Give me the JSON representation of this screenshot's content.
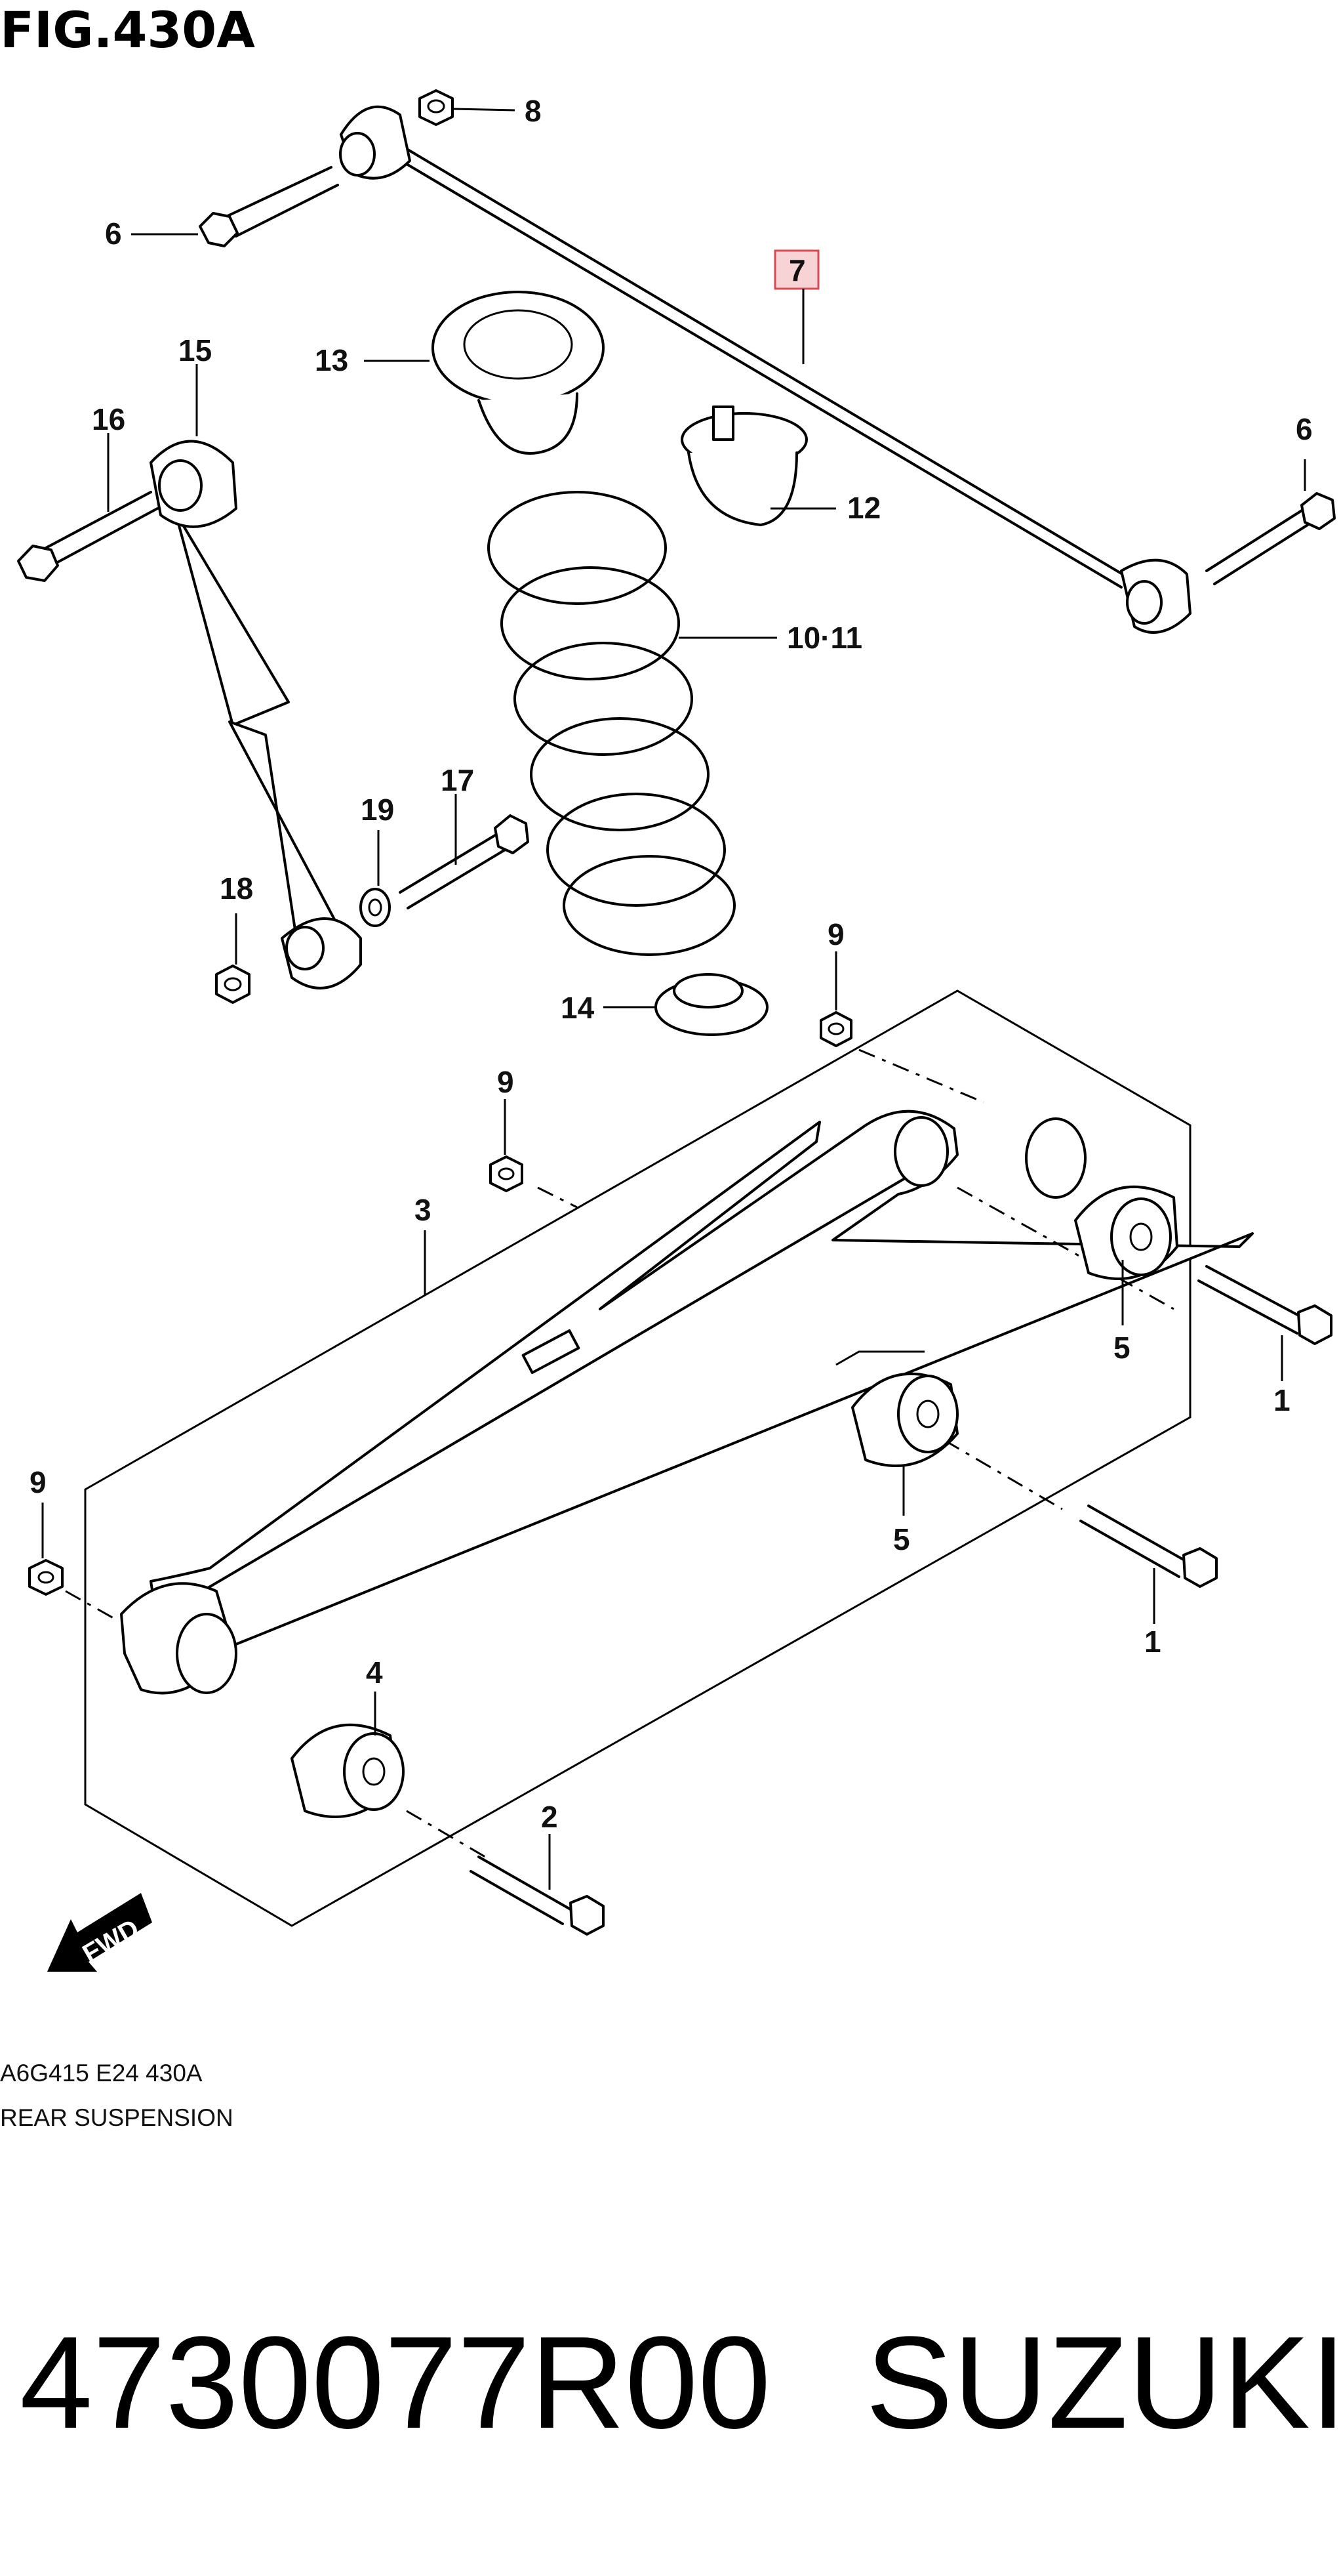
{
  "figure": {
    "title": "FIG.430A",
    "code": "A6G415 E24 430A",
    "caption": "REAR SUSPENSION",
    "fwd_label": "FWD"
  },
  "callouts": {
    "c1a": "1",
    "c1b": "1",
    "c2": "2",
    "c3": "3",
    "c4": "4",
    "c5a": "5",
    "c5b": "5",
    "c6a": "6",
    "c6b": "6",
    "c7": "7",
    "c8": "8",
    "c9a": "9",
    "c9b": "9",
    "c9c": "9",
    "c1011": "10·11",
    "c12": "12",
    "c13": "13",
    "c14": "14",
    "c15": "15",
    "c16": "16",
    "c17": "17",
    "c18": "18",
    "c19": "19"
  },
  "highlight_color": "#f7d3d6",
  "highlight_stroke": "#d94a55",
  "part_number": "4730077R00",
  "brand": "SUZUKI"
}
